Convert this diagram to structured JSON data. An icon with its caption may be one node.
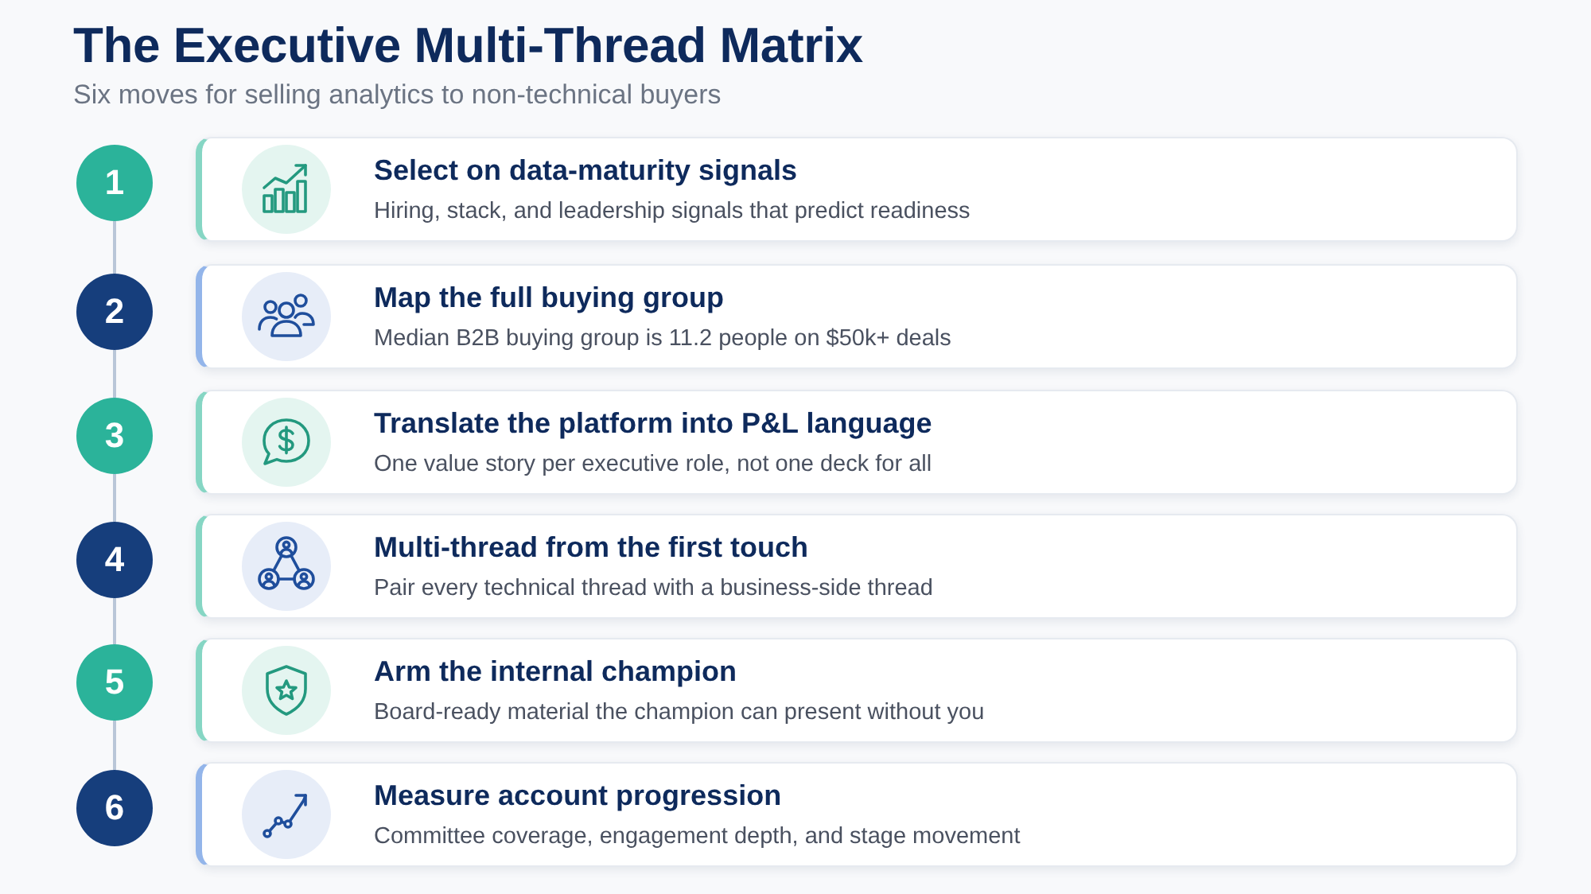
{
  "diagram": {
    "title": "The Executive Multi-Thread Matrix",
    "nodes": [
      {
        "text": [
          "1"
        ]
      },
      {
        "text": [
          "Select on data-maturity signals",
          "Hiring, stack, and leadership signals that predict readiness"
        ]
      },
      {
        "text": [
          "2"
        ]
      },
      {
        "text": [
          "Map the full buying group",
          "Median B2B buying group is 11.2 people on $50k+ deals"
        ]
      },
      {
        "text": [
          "3"
        ]
      },
      {
        "text": [
          "Translate the platform into P&L language",
          "One value story per executive role, not one deck for all"
        ]
      },
      {
        "text": [
          "4"
        ]
      },
      {
        "text": [
          "Multi-thread from the first touch",
          "Pair every technical thread with a business-side thread"
        ]
      },
      {
        "text": [
          "5"
        ]
      },
      {
        "text": [
          "Arm the internal champion",
          "Board-ready material the champion can present without you"
        ]
      },
      {
        "text": [
          "6"
        ]
      },
      {
        "text": [
          "Measure account progression",
          "Committee coverage, engagement depth, and stage movement"
        ]
      }
    ],
    "edges": [
      {
        "from": 0,
        "to": 2,
        "arrow": "none"
      },
      {
        "from": 2,
        "to": 4,
        "arrow": "none"
      },
      {
        "from": 4,
        "to": 6,
        "arrow": "none"
      },
      {
        "from": 6,
        "to": 8,
        "arrow": "none"
      },
      {
        "from": 8,
        "to": 10,
        "arrow": "none"
      }
    ],
    "labels": [
      "Six moves for selling analytics to non-technical buyers"
    ]
  }
}
